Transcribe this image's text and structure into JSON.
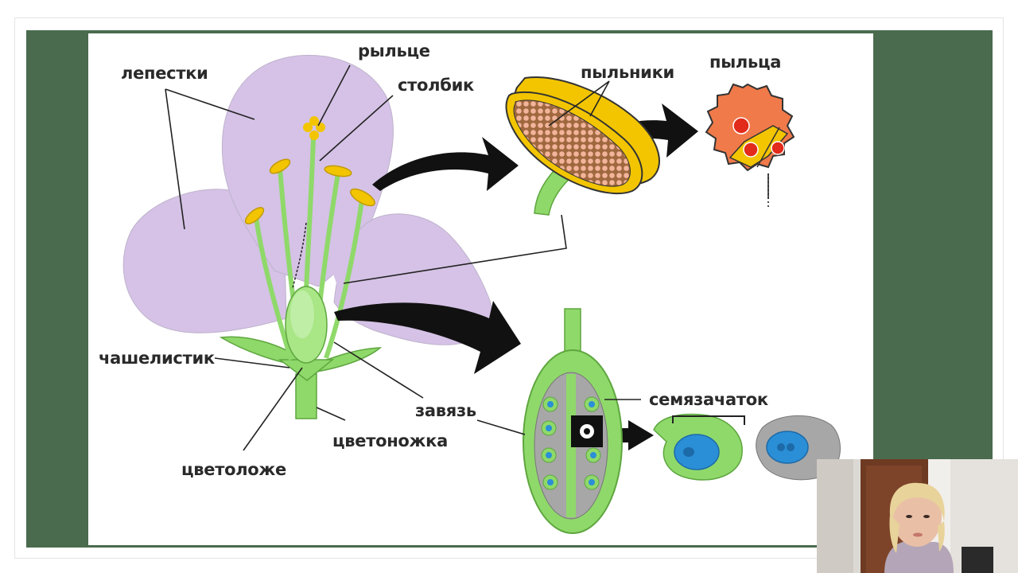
{
  "labels": {
    "petals": "лепестки",
    "stigma": "рыльце",
    "style": "столбик",
    "anthers": "пыльники",
    "pollen": "пыльца",
    "sepal": "чашелистик",
    "ovary": "завязь",
    "pedicel": "цветоножка",
    "receptacle": "цветоложе",
    "ovule": "семязачаток"
  },
  "colors": {
    "slide_border": "#4a6b4e",
    "petal": "#d5c2e6",
    "green": "#8fd96a",
    "anther": "#f2c500",
    "pollen": "#f07a4a",
    "ovule": "#2a8fd6"
  }
}
